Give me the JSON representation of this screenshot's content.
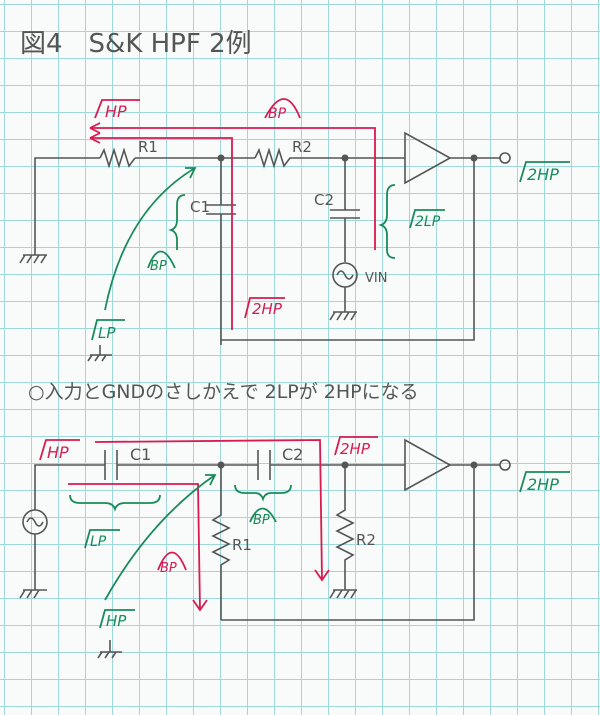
{
  "title": "図4　S&K HPF 2例",
  "note": "○入力とGNDのさしかえで 2LPが 2HPになる",
  "top": {
    "r1": "R1",
    "r2": "R2",
    "c1": "C1",
    "c2": "C2",
    "vin": "VIN",
    "hp": "HP",
    "bp_red": "BP",
    "out": "2HP",
    "lp2": "2LP",
    "bp_green": "BP",
    "hp2_red": "2HP",
    "lp": "LP"
  },
  "bottom": {
    "c1": "C1",
    "c2": "C2",
    "r1": "R1",
    "r2": "R2",
    "hp_red": "HP",
    "hp2_red": "2HP",
    "out": "2HP",
    "lp": "LP",
    "bp_green": "BP",
    "bp_red": "BP",
    "hp_green": "HP"
  },
  "colors": {
    "ink": "#555555",
    "red": "#d81b50",
    "green": "#1a8a5a",
    "grid": "#9fd8d8"
  }
}
